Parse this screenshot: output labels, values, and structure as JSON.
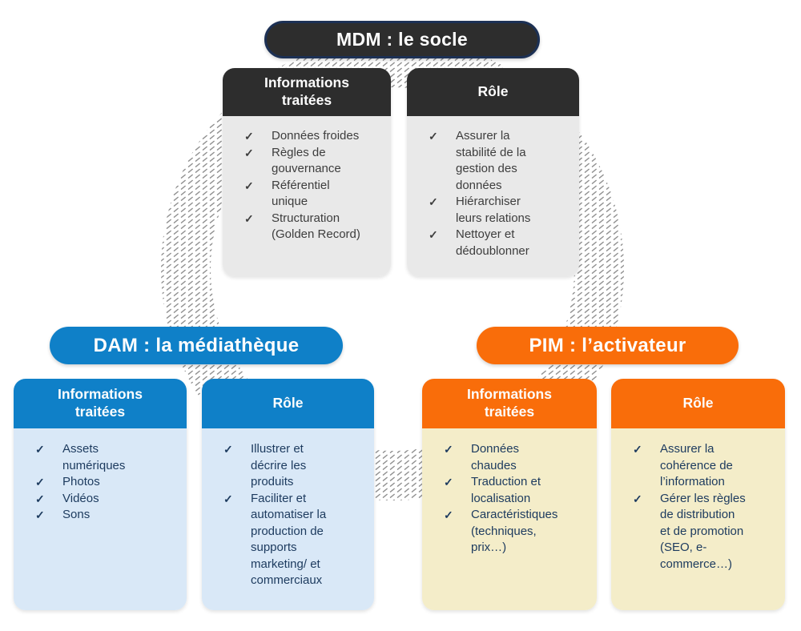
{
  "diagram": {
    "bullet_glyph": "✓",
    "colors": {
      "mdm_accent": "#2d2d2d",
      "mdm_pill_border": "#1c3054",
      "mdm_body_bg": "#e9e9e9",
      "mdm_text": "#3d3d3d",
      "dam_accent": "#0f80c8",
      "dam_body_bg": "#d9e8f7",
      "pim_accent": "#f96d0a",
      "pim_body_bg": "#f4edc9",
      "dark_blue_text": "#1c3a5e",
      "hatch_gray": "#8f8f8f",
      "header_text": "#fdfdfd"
    },
    "groups": [
      {
        "title": "MDM : le socle",
        "cards": [
          {
            "header": "Informations traitées",
            "items": [
              "Données froides",
              "Règles de gouvernance",
              "Référentiel unique",
              "Structuration (Golden Record)"
            ]
          },
          {
            "header": "Rôle",
            "items": [
              "Assurer la stabilité de la gestion des données",
              "Hiérarchiser leurs relations",
              "Nettoyer et dédoublonner"
            ]
          }
        ]
      },
      {
        "title": "DAM : la médiathèque",
        "cards": [
          {
            "header": "Informations traitées",
            "items": [
              "Assets numériques",
              "Photos",
              "Vidéos",
              "Sons"
            ]
          },
          {
            "header": "Rôle",
            "items": [
              "Illustrer et décrire les produits",
              "Faciliter et automatiser la production de supports marketing/ et commerciaux"
            ]
          }
        ]
      },
      {
        "title": "PIM : l’activateur",
        "cards": [
          {
            "header": "Informations traitées",
            "items": [
              "Données chaudes",
              "Traduction et localisation",
              "Caractéristiques (techniques, prix…)"
            ]
          },
          {
            "header": "Rôle",
            "items": [
              "Assurer la cohérence de l’information",
              "Gérer les règles de distribution et de promotion (SEO, e-commerce…)"
            ]
          }
        ]
      }
    ]
  }
}
